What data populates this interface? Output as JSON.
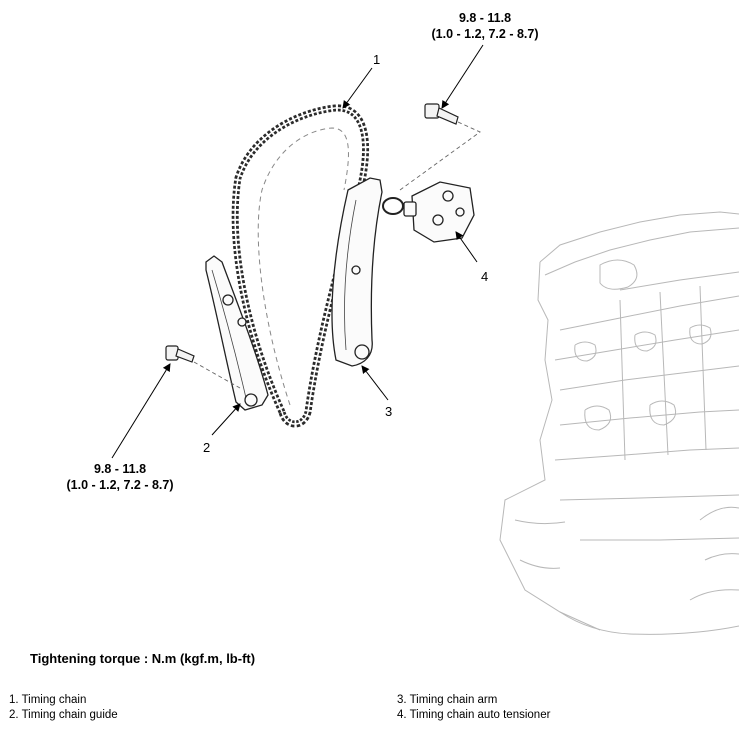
{
  "torque_spec_top": {
    "line1": "9.8 - 11.8",
    "line2": "(1.0 - 1.2, 7.2 - 8.7)"
  },
  "torque_spec_left": {
    "line1": "9.8 - 11.8",
    "line2": "(1.0 - 1.2, 7.2 - 8.7)"
  },
  "callouts": [
    "1",
    "2",
    "3",
    "4"
  ],
  "tightening_note": "Tightening torque : N.m (kgf.m, lb-ft)",
  "legend": [
    "1. Timing chain",
    "2. Timing chain guide",
    "3. Timing chain arm",
    "4. Timing chain auto tensioner"
  ]
}
